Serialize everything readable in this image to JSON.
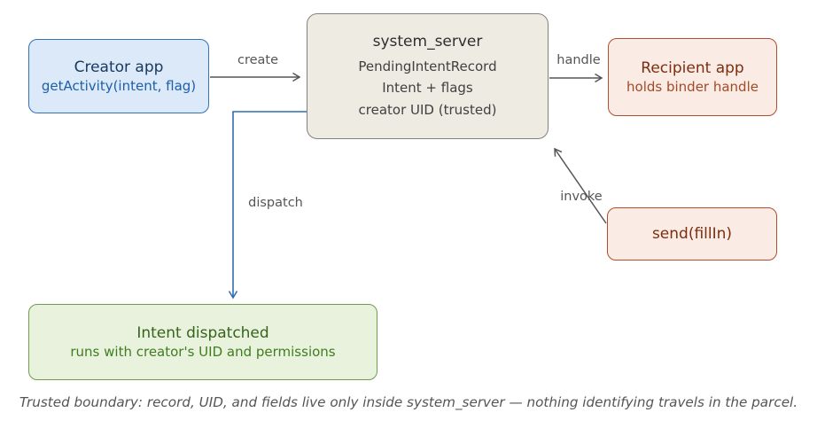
{
  "nodes": {
    "creator": {
      "title": "Creator app",
      "subtitle": "getActivity(intent, flag)"
    },
    "system_server": {
      "title": "system_server",
      "lines": [
        "PendingIntentRecord",
        "Intent + flags",
        "creator UID (trusted)"
      ]
    },
    "recipient": {
      "title": "Recipient app",
      "subtitle": "holds binder handle"
    },
    "send": {
      "title": "send(fillIn)"
    },
    "dispatched": {
      "title": "Intent dispatched",
      "subtitle": "runs with creator's UID and permissions"
    }
  },
  "edges": {
    "create": "create",
    "handle": "handle",
    "dispatch": "dispatch",
    "invoke": "invoke"
  },
  "caption": "Trusted boundary: record, UID, and fields live only inside system_server — nothing identifying travels in the parcel.",
  "colors": {
    "blue_fill": "#dbe9f8",
    "blue_border": "#3472b4",
    "blue_title": "#17395f",
    "blue_sub": "#1e5fa8",
    "gray_fill": "#eeebe3",
    "gray_border": "#84817a",
    "gray_title": "#2e2e2e",
    "gray_body": "#404040",
    "red_fill": "#faece5",
    "red_border": "#b14e2c",
    "red_title": "#7c2d10",
    "red_sub": "#a24a28",
    "green_fill": "#e9f2dc",
    "green_border": "#6f9d4b",
    "green_title": "#35641c",
    "green_sub": "#3f7d21",
    "arrow_gray": "#555555",
    "arrow_blue": "#2e6db4",
    "label_gray": "#555555",
    "caption_gray": "#555555"
  }
}
